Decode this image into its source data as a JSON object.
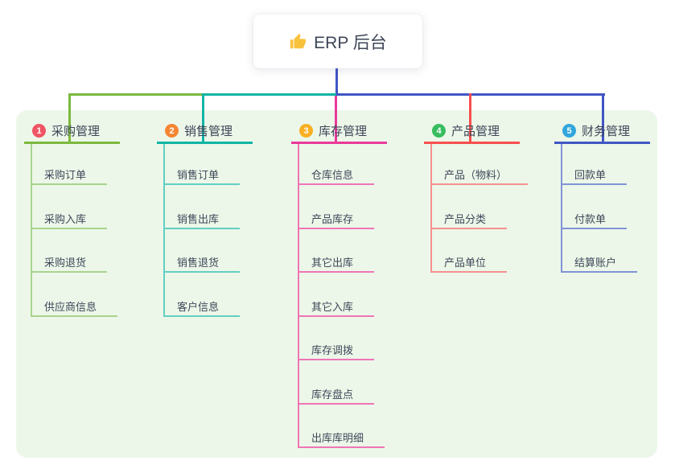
{
  "root": {
    "label": "ERP 后台",
    "icon": "thumbs-up"
  },
  "branches": [
    {
      "num": "1",
      "label": "采购管理",
      "color": "#7cb93e",
      "light": "#a9d48c",
      "badge": "#f05565",
      "children": [
        "采购订单",
        "采购入库",
        "采购退货",
        "供应商信息"
      ]
    },
    {
      "num": "2",
      "label": "销售管理",
      "color": "#12b5a5",
      "light": "#63cfc2",
      "badge": "#f58532",
      "children": [
        "销售订单",
        "销售出库",
        "销售退货",
        "客户信息"
      ]
    },
    {
      "num": "3",
      "label": "库存管理",
      "color": "#e93a9a",
      "light": "#f075b7",
      "badge": "#f9af23",
      "children": [
        "仓库信息",
        "产品库存",
        "其它出库",
        "其它入库",
        "库存调拨",
        "库存盘点",
        "出库库明细"
      ]
    },
    {
      "num": "4",
      "label": "产品管理",
      "color": "#f74f4f",
      "light": "#f69090",
      "badge": "#38bd5e",
      "children": [
        "产品（物料）",
        "产品分类",
        "产品单位"
      ]
    },
    {
      "num": "5",
      "label": "财务管理",
      "color": "#4156c4",
      "light": "#8193d6",
      "badge": "#32a6db",
      "children": [
        "回款单",
        "付款单",
        "结算账户"
      ]
    }
  ],
  "colors": {
    "panel_bg": "#ecf7e9",
    "root_drop": "#4156c4",
    "text": "#3e4557",
    "icon_yellow": "#f9c23c"
  }
}
